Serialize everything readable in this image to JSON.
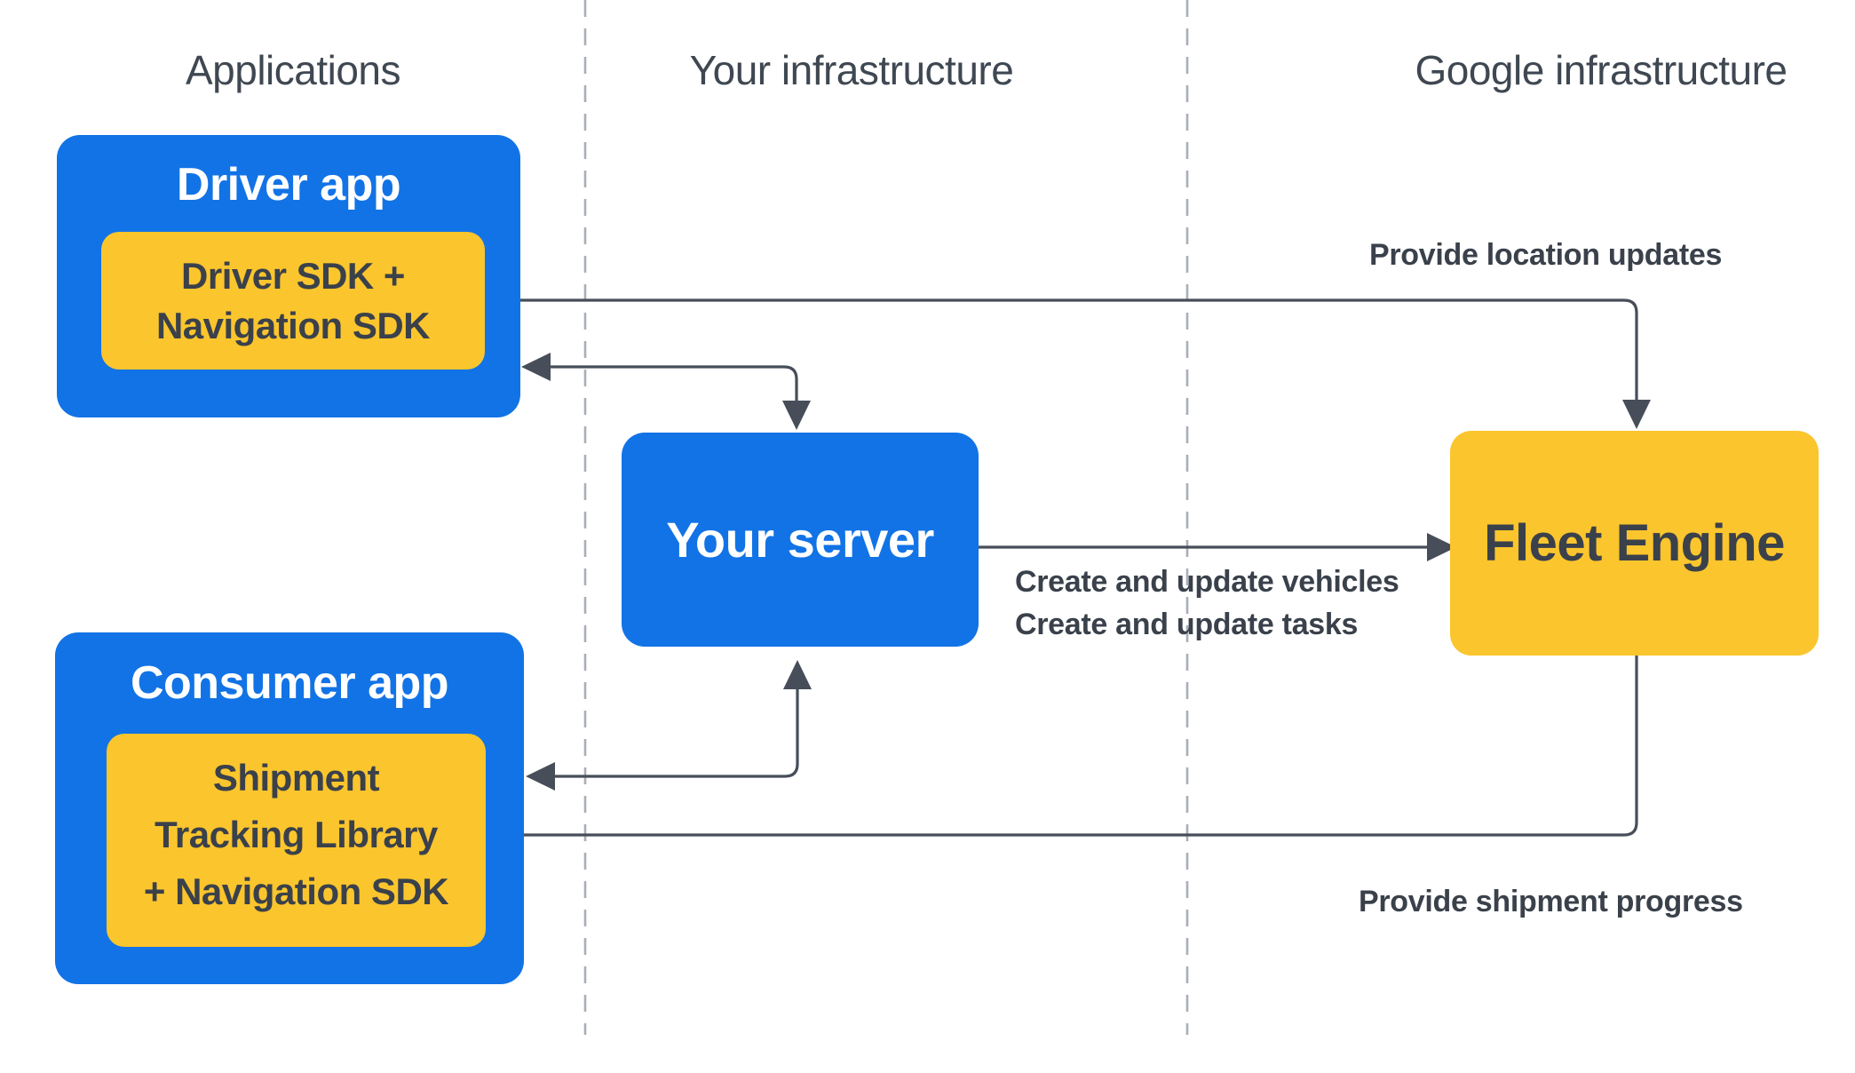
{
  "colors": {
    "background": "#ffffff",
    "blue": "#1273e6",
    "yellow": "#fbc52d",
    "dark_text": "#3a414b",
    "white_text": "#ffffff",
    "header_text": "#3f4852",
    "arrow": "#474e59",
    "divider": "#a9afb6"
  },
  "lanes": [
    {
      "label": "Applications"
    },
    {
      "label": "Your infrastructure"
    },
    {
      "label": "Google infrastructure"
    }
  ],
  "nodes": {
    "driver_app": {
      "label": "Driver app"
    },
    "driver_sdk": {
      "lines": [
        "Driver SDK +",
        "Navigation SDK"
      ]
    },
    "consumer_app": {
      "label": "Consumer app"
    },
    "shipment_library": {
      "lines": [
        "Shipment",
        "Tracking Library",
        "+ Navigation SDK"
      ]
    },
    "your_server": {
      "label": "Your server"
    },
    "fleet_engine": {
      "label": "Fleet Engine"
    }
  },
  "edges": {
    "location_updates": {
      "label": "Provide location updates"
    },
    "create_vehicles": {
      "label": "Create and update vehicles"
    },
    "create_tasks": {
      "label": "Create and update tasks"
    },
    "shipment_progress": {
      "label": "Provide shipment progress"
    }
  }
}
